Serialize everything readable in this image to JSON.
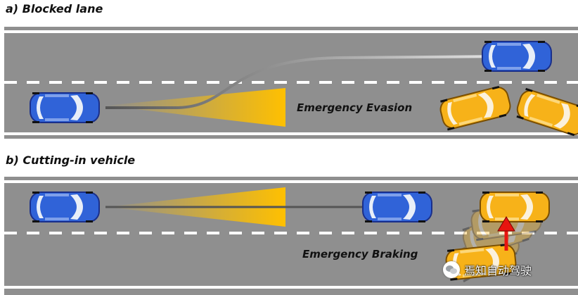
{
  "scenario_a": {
    "title": "a) Blocked lane",
    "maneuver_label": "Emergency Evasion"
  },
  "scenario_b": {
    "title": "b) Cutting-in vehicle",
    "maneuver_label": "Emergency Braking"
  },
  "watermark": {
    "text": "焉知自动驾驶",
    "icon": "wechat-icon"
  },
  "colors": {
    "road": "#8f8f8f",
    "ego_car": "#2f5fd0",
    "obstacle_car": "#f5b21a",
    "sensor_cone": "#ffc000",
    "trajectory": "#4a4a4a",
    "cut_in_arrow": "#e8150f"
  }
}
